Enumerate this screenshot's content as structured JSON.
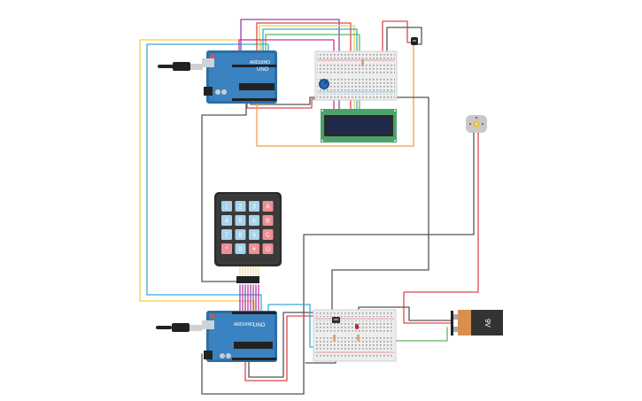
{
  "canvas": {
    "background": "#ffffff"
  },
  "components": {
    "arduino_top": {
      "label": "UNO",
      "brand": "ARDUINO"
    },
    "arduino_bottom": {
      "label": "UNO",
      "brand": "ARDUINO"
    },
    "keypad": {
      "keys": [
        [
          "1",
          "2",
          "3",
          "A"
        ],
        [
          "4",
          "5",
          "6",
          "B"
        ],
        [
          "7",
          "8",
          "9",
          "C"
        ],
        [
          "*",
          "0",
          "#",
          "D"
        ]
      ],
      "digit_color": "#a6d3ea",
      "letter_color": "#ee8f95"
    },
    "lcd": {
      "type": "16x2 LCD"
    },
    "battery": {
      "label": "9V"
    },
    "motor": {
      "type": "DC motor"
    },
    "temperature_sensor": {
      "type": "TMP"
    },
    "potentiometer": {
      "type": "potentiometer"
    },
    "transistor": {
      "type": "transistor"
    },
    "led": {
      "color": "#c0272d"
    }
  },
  "wire_colors": {
    "red": "#e0474c",
    "black": "#555555",
    "yellow": "#f2d13b",
    "blue": "#3aa9d9",
    "purple": "#8e44ad",
    "pink": "#cc3399",
    "green": "#5cb85c",
    "orange": "#f0a040"
  }
}
